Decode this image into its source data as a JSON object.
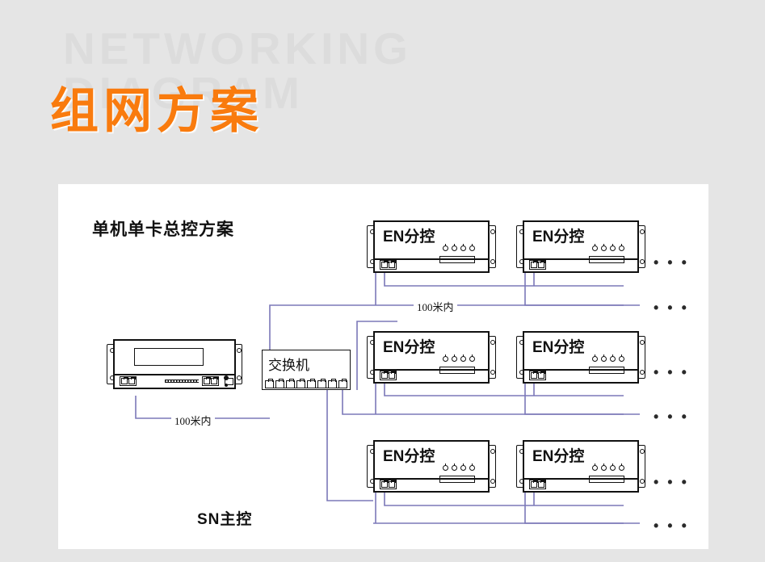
{
  "header": {
    "ghost_line1": "NETWORKING",
    "ghost_line2": "DIAGRAM",
    "title_cn": "组网方案",
    "accent_color": "#f97b0e",
    "ghost_color": "#dcdcdc",
    "background_color": "#e5e5e5"
  },
  "panel": {
    "title": "单机单卡总控方案",
    "background_color": "#ffffff",
    "wire_color": "#7b78b8"
  },
  "devices": {
    "master": {
      "label": "SN主控",
      "type": "master-controller"
    },
    "switch": {
      "label": "交换机",
      "type": "network-switch",
      "port_count": 8
    },
    "sub_controllers": [
      {
        "label": "EN分控",
        "row": 1,
        "col": 1
      },
      {
        "label": "EN分控",
        "row": 1,
        "col": 2
      },
      {
        "label": "EN分控",
        "row": 2,
        "col": 1
      },
      {
        "label": "EN分控",
        "row": 2,
        "col": 2
      },
      {
        "label": "EN分控",
        "row": 3,
        "col": 1
      },
      {
        "label": "EN分控",
        "row": 3,
        "col": 2
      }
    ]
  },
  "labels": {
    "distance_top": "100米内",
    "distance_bottom": "100米内",
    "ellipsis": "• • •"
  }
}
